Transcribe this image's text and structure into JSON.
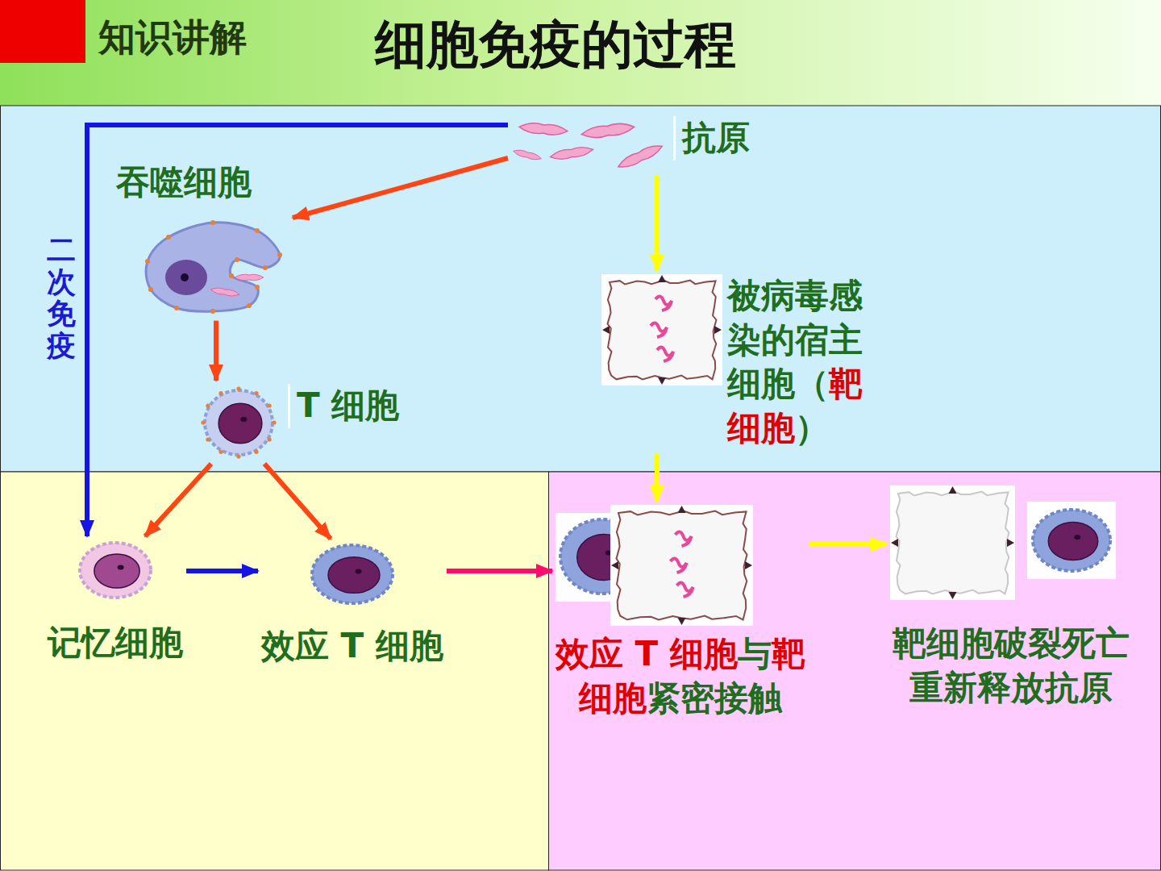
{
  "diagram": {
    "title": "细胞免疫的过程",
    "nodes": [
      {
        "text": [
          "抗原"
        ]
      },
      {
        "text": [
          "吞噬细胞"
        ]
      },
      {
        "text": [
          "T 细胞"
        ]
      },
      {
        "text": [
          "被病毒感 染的宿主 细胞（靶 细胞）"
        ]
      },
      {
        "text": [
          "记忆细胞"
        ]
      },
      {
        "text": [
          "效应 T 细胞"
        ]
      },
      {
        "text": [
          "效应 T 细胞与靶 细胞紧密接触"
        ]
      },
      {
        "text": [
          "靶细胞破裂死亡 重新释放抗原"
        ]
      }
    ],
    "edges": [
      {
        "from": 0,
        "to": 1,
        "arrow": "to"
      },
      {
        "from": 1,
        "to": 2,
        "arrow": "to"
      },
      {
        "from": 2,
        "to": 4,
        "arrow": "to"
      },
      {
        "from": 2,
        "to": 5,
        "arrow": "to"
      },
      {
        "from": 4,
        "to": 5,
        "arrow": "to"
      },
      {
        "from": 5,
        "to": 6,
        "arrow": "to"
      },
      {
        "from": 0,
        "to": 3,
        "arrow": "to"
      },
      {
        "from": 3,
        "to": 6,
        "arrow": "to"
      },
      {
        "from": 6,
        "to": 7,
        "arrow": "to"
      },
      {
        "from": 0,
        "to": 4,
        "arrow": "to",
        "label": "二次免疫"
      }
    ],
    "labels": [
      "知识讲解"
    ]
  }
}
